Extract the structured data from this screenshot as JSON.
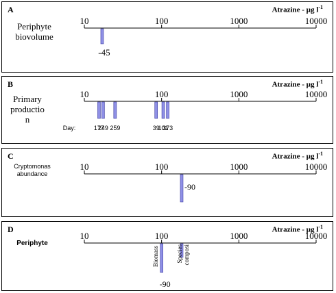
{
  "chart_data": [
    {
      "type": "bar",
      "panel": "A",
      "unit_label": "Atrazine - µg l",
      "unit_exp": "-1",
      "ylabel": "Periphyte\nbiovolume",
      "ticks": [
        "10",
        "100",
        "1000",
        "10000"
      ],
      "xscale": "log",
      "xlim": [
        10,
        10000
      ],
      "bars": [
        {
          "x": 17,
          "value": -45,
          "label": "-45"
        }
      ]
    },
    {
      "type": "bar",
      "panel": "B",
      "unit_label": "Atrazine - µg l",
      "unit_exp": "-1",
      "ylabel": "Primary\nproductio\nn",
      "ticks": [
        "10",
        "100",
        "1000",
        "10000"
      ],
      "xscale": "log",
      "xlim": [
        10,
        10000
      ],
      "day_label": "Day:",
      "bars": [
        {
          "x": 15.5,
          "value": -50,
          "day": "177"
        },
        {
          "x": 17.5,
          "value": -50,
          "day": "249"
        },
        {
          "x": 25,
          "value": -50,
          "day": "259"
        },
        {
          "x": 85,
          "value": -50,
          "day": "39"
        },
        {
          "x": 105,
          "value": -50,
          "day": "101"
        },
        {
          "x": 120,
          "value": -50,
          "day": "373"
        }
      ]
    },
    {
      "type": "bar",
      "panel": "C",
      "unit_label": "Atrazine - µg l",
      "unit_exp": "-1",
      "ylabel": "Cryptomonas\nabundance",
      "ticks": [
        "10",
        "100",
        "1000",
        "10000"
      ],
      "xscale": "log",
      "xlim": [
        10,
        10000
      ],
      "bars": [
        {
          "x": 182,
          "value": -90,
          "label": "-90"
        }
      ]
    },
    {
      "type": "bar",
      "panel": "D",
      "unit_label": "Atrazine - µg l",
      "unit_exp": "-1",
      "ylabel": "Periphyte",
      "ticks": [
        "10",
        "100",
        "1000",
        "10000"
      ],
      "xscale": "log",
      "xlim": [
        10,
        10000
      ],
      "bars": [
        {
          "x": 100,
          "value": -90,
          "label": "-90",
          "name": "Biomass"
        },
        {
          "x": 182,
          "value": -50,
          "name": "Species composi"
        }
      ]
    }
  ]
}
